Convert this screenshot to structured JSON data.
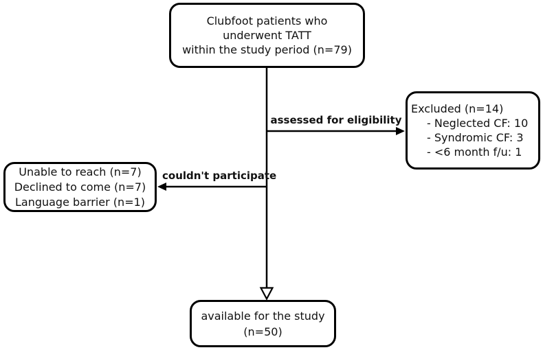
{
  "figure": {
    "background": "#ffffff",
    "stroke_color": "#000000",
    "text_color": "#111111",
    "boxes": {
      "patients": {
        "lines": [
          "Clubfoot patients who",
          "underwent TATT",
          "within the study period (n=79)"
        ]
      },
      "excluded": {
        "title": "Excluded (n=14)",
        "items": [
          "- Neglected CF: 10",
          "- Syndromic CF: 3",
          "- <6 month f/u: 1"
        ]
      },
      "not_participating": {
        "lines": [
          "Unable to reach (n=7)",
          "Declined to come (n=7)",
          "Language barrier (n=1)"
        ]
      },
      "available": {
        "lines": [
          "available for the study",
          "(n=50)"
        ]
      }
    },
    "edge_labels": {
      "assessed": "assessed for eligibility",
      "participate": "couldn't participate"
    }
  }
}
